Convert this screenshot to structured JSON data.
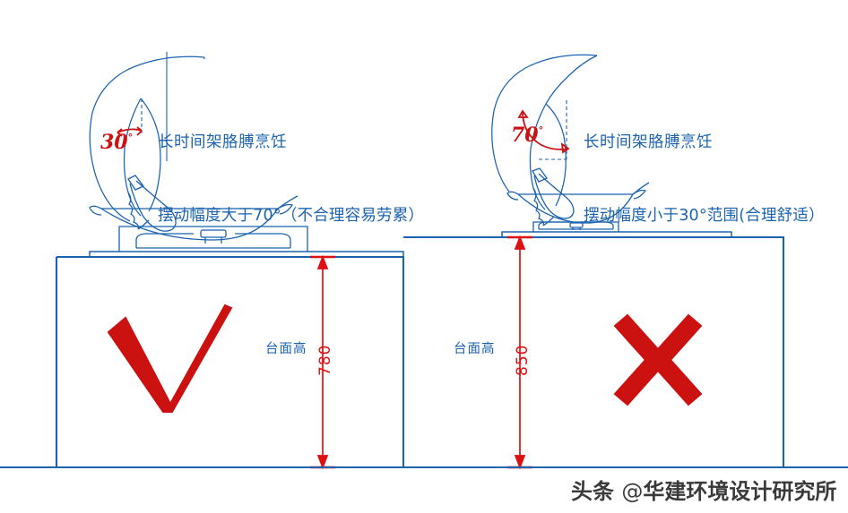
{
  "diagram": {
    "title_hidden": "",
    "palette": {
      "line_blue": "#1b63ae",
      "text_blue": "#1b63ae",
      "accent_red": "#cc1111",
      "dim_red": "#dd1111",
      "background": "#ffffff",
      "watermark": "#2a2a2a"
    },
    "left_panel": {
      "verdict": "check-mark",
      "annotation_line1": "长时间架胳膊烹饪",
      "annotation_line2": "摆动幅度大于70°（不合理容易劳累）",
      "angle_label": "30",
      "angle_unit": "°",
      "dim_label": "台面高",
      "dim_value": "780"
    },
    "right_panel": {
      "verdict": "cross-mark",
      "annotation_line1": "长时间架胳膊烹饪",
      "annotation_line2": "摆动幅度小于30°范围(合理舒适）",
      "angle_label": "70",
      "angle_unit": "°",
      "dim_label": "台面高",
      "dim_value": "850"
    },
    "objects": [
      "arm-sketch",
      "spatula",
      "wok",
      "gas-burner",
      "stock-pot",
      "counter-body",
      "floor-line",
      "dimension-line"
    ],
    "watermark": {
      "prefix": "头条 ",
      "at": "@",
      "name": "华建环境设计研究所"
    }
  }
}
